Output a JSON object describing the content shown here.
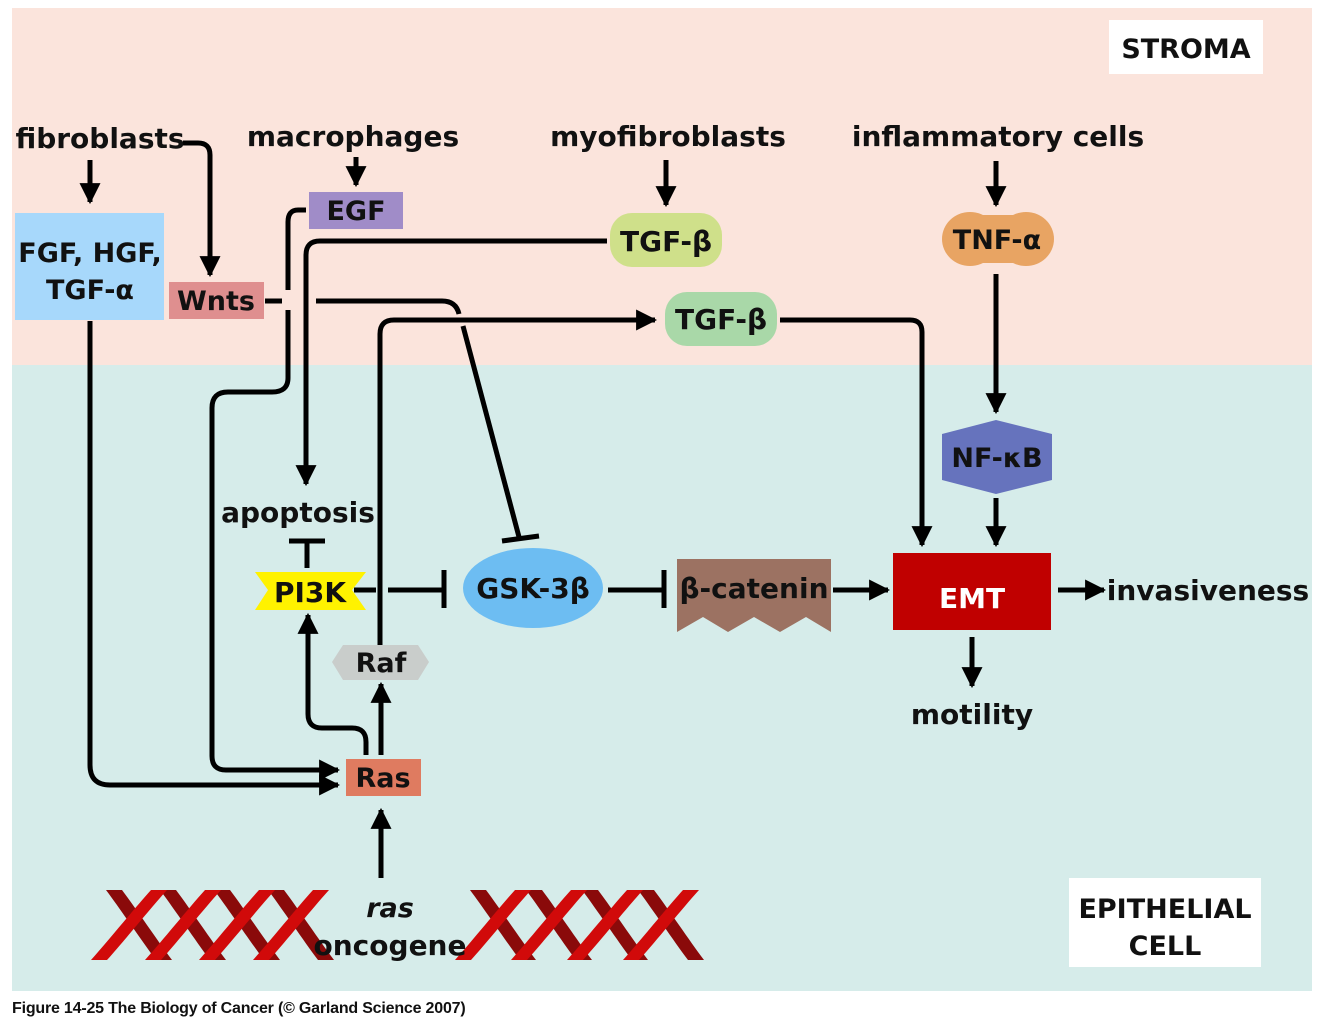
{
  "regions": {
    "stroma": "STROMA",
    "epithelial_line1": "EPITHELIAL",
    "epithelial_line2": "CELL"
  },
  "sources": {
    "fibroblasts": "fibroblasts",
    "macrophages": "macrophages",
    "myofibroblasts": "myofibroblasts",
    "inflammatory_cells": "inflammatory cells"
  },
  "nodes": {
    "fgf_line1": "FGF, HGF,",
    "fgf_line2": "TGF-α",
    "wnts": "Wnts",
    "egf": "EGF",
    "tgfb_stroma": "TGF-β",
    "tgfb_epi": "TGF-β",
    "tnfa": "TNF-α",
    "nfkb": "NF-κB",
    "apoptosis": "apoptosis",
    "pi3k": "PI3K",
    "gsk3b": "GSK-3β",
    "bcatenin": "β-catenin",
    "emt": "EMT",
    "invasiveness": "invasiveness",
    "motility": "motility",
    "raf": "Raf",
    "ras": "Ras",
    "ras_gene": "ras",
    "oncogene": "oncogene"
  },
  "colors": {
    "stroma_bg": "#fbe4dc",
    "epithelial_bg": "#d6ecea",
    "fgf_box": "#a7d8fb",
    "wnts_box": "#df8f8f",
    "egf_box": "#a08cc8",
    "tgfb_stroma": "#cfe08a",
    "tgfb_epi": "#a9d8a8",
    "tnfa": "#e8a463",
    "nfkb": "#6673bd",
    "pi3k": "#fff200",
    "gsk3b": "#6dbdf2",
    "bcatenin": "#9c7262",
    "emt": "#c00000",
    "raf": "#c9cdcb",
    "ras": "#df7b60",
    "dna_light": "#d10a0a",
    "dna_dark": "#8a0a0a"
  },
  "caption": "Figure 14-25  The Biology of Cancer (© Garland Science 2007)"
}
